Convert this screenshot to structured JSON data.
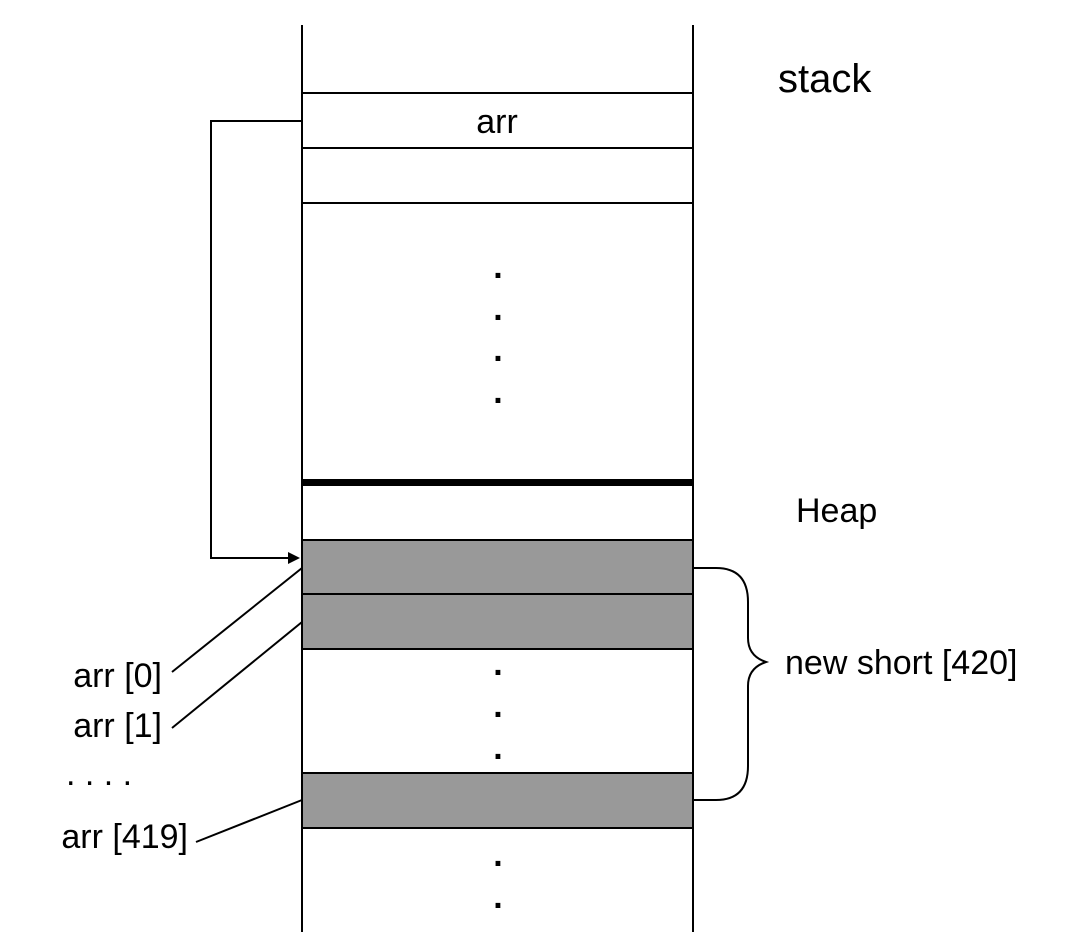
{
  "stack_title": "stack",
  "heap_title": "Heap",
  "stack_slot_label": "arr",
  "allocation_label": "new short [420]",
  "element_labels": {
    "first": "arr [0]",
    "second": "arr [1]",
    "ellipsis": ". . . .",
    "last": "arr [419]"
  },
  "ellipsis_dot": ".",
  "colors": {
    "stroke": "#000000",
    "heap_cell_fill": "#999999",
    "background": "#ffffff"
  }
}
